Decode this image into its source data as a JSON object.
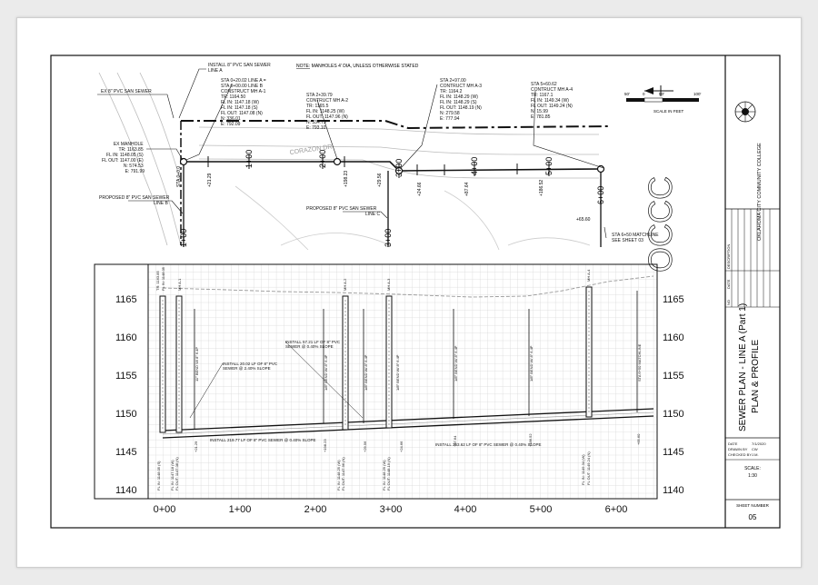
{
  "note": "NOTE: MANHOLES 4' DIA, UNLESS OTHERWISE STATED",
  "note_word": "NOTE:",
  "callouts": {
    "install_8in": [
      "INSTALL 8\" PVC SAN SEWER",
      "LINE A"
    ],
    "ex_8in": "EX 8\" PVC SAN SEWER",
    "ex_manhole": [
      "EX MANHOLE",
      "TR: 1163.85",
      "FL IN: 1148.05 (S)",
      "FL OUT: 1147.00 (E)",
      "N: 574.53",
      "E: 791.99"
    ],
    "proposed_b": [
      "PROPOSED 8\" PVC SAN SEWER",
      "LINE B"
    ],
    "proposed_c": [
      "PROPOSED 8\" PVC SAN SEWER",
      "LINE C"
    ],
    "mh_a1": [
      "STA 0+20.02 LINE A =",
      "STA 0+00.00 LINE B",
      "CONSTRUCT MH A-1",
      "TR: 1164.50",
      "FL IN: 1147.18 (W)",
      "FL IN: 1147.18 (S)",
      "FL OUT: 1147.08 (N)",
      "N: 336.01",
      "E: 792.09"
    ],
    "mh_a2": [
      "STA 2+39.79",
      "CONTRUCT MH A-2",
      "TR: 1165.5",
      "FL IN: 1148.25 (W)",
      "FL OUT: 1147.96 (N)",
      "N: 334.75",
      "E: 793.10"
    ],
    "mh_a3": [
      "STA 2+97.00",
      "CONTRUCT MH A-3",
      "TR: 1164.2",
      "FL IN: 1148.29 (W)",
      "FL IN: 1148.29 (S)",
      "FL OUT: 1148.19 (N)",
      "N: 279.58",
      "E: 777.94"
    ],
    "mh_a4": [
      "STA 5+60.62",
      "CONTRUCT MH A-4",
      "TR: 1167.1",
      "FL IN: 1149.34 (W)",
      "FL OUT: 1149.24 (N)",
      "N: 15.99",
      "E: 781.85"
    ],
    "matchline": [
      "STA 6+50 MATCHLINE",
      "SEE SHEET 03"
    ]
  },
  "plan_stations": [
    "1+00",
    "2+00",
    "3+00",
    "4+00",
    "5+00",
    "6+00",
    "1+00",
    "6+00"
  ],
  "sta_start": "STA 0+0.0",
  "plan_offsets": [
    "+21.29",
    "+198.23",
    "+29.56",
    "+24.66",
    "+87.64",
    "+186.52",
    "+65.60"
  ],
  "road_label": "CORAZON DR",
  "scale_bar": {
    "ticks": [
      "50'",
      "0",
      "50'",
      "100'"
    ],
    "caption": "SCALE IN FEET"
  },
  "profile": {
    "y_labels": [
      "1165",
      "1160",
      "1155",
      "1150",
      "1145",
      "1140"
    ],
    "x_labels": [
      "0+00",
      "1+00",
      "2+00",
      "3+00",
      "4+00",
      "5+00",
      "6+00"
    ],
    "install_20": [
      "INSTALL 20.02 LF OF 8\" PVC",
      "SEWER @ 2.40% SLOPE"
    ],
    "install_57": [
      "INSTALL 57.21 LF OF 8\" PVC",
      "SEWER @ 0.40% SLOPE"
    ],
    "install_219": "INSTALL 219.77 LF OF 8\" PVC SEWER @ 0.40% SLOPE",
    "install_263": "INSTALL 263.62 LF OF 8\" PVC SEWER @ 0.40% SLOPE",
    "bends": [
      "11° BEND W/ 8\" 6.4P",
      "1/8° BEND W/ 8\" 6.4P",
      "1/8° BEND W/ 8\" 6.4P",
      "1/8° BEND W/ 8\" 6.4P",
      "1/8° BEND W/ 8\" 6.4P",
      "1/8° BEND W/ 8\" 6.4P",
      "STA 6+50 MATCHLINE"
    ],
    "lower_labels": [
      "+21.29",
      "+198.23",
      "+29.56",
      "+24.66",
      "+87.64",
      "+186.52",
      "+65.60"
    ],
    "mh_tags": [
      "TR: 1163.85",
      "FL IN: 1148.05",
      "MH A-1",
      "MH A-2",
      "MH A-3",
      "MH A-4"
    ],
    "fl_labels": [
      "FL IN: 1148.05 (S)",
      "FL IN: 1147.18 (W)",
      "FL OUT: 1147.08 (N)",
      "FL IN: 1148.25 (W)",
      "FL OUT: 1147.96 (N)",
      "FL IN: 1148.29 (W)",
      "FL OUT: 1148.19 (N)",
      "FL IN: 1149.34 (W)",
      "FL OUT: 1149.24 (N)"
    ]
  },
  "title_block": {
    "college_logo": "OCCC",
    "college_name": "OKLAHOMA CITY COMMUNITY COLLEGE",
    "rev_headers": [
      "NO",
      "DATE",
      "DESCRIPTION"
    ],
    "sheet_title": "SEWER PLAN - LINE A (Part 1)",
    "sheet_subtitle": "PLAN & PROFILE",
    "meta": [
      {
        "label": "DATE",
        "value": "7/1/2020"
      },
      {
        "label": "DRAWN BY",
        "value": "CW"
      },
      {
        "label": "CHECKED BY",
        "value": "J.M."
      }
    ],
    "scale_label": "SCALE:",
    "scale_value": "1:30",
    "sheet_number_label": "SHEET NUMBER",
    "sheet_number": "05"
  },
  "colors": {
    "line": "#111111",
    "grid": "#d9d9d9",
    "ground": "#999999",
    "road": "#bbbbbb"
  }
}
